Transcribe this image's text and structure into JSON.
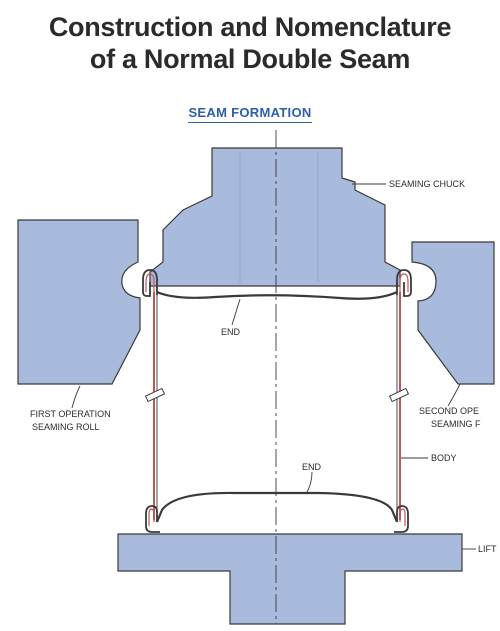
{
  "title": {
    "line1": "Construction and Nomenclature",
    "line2": "of a Normal Double Seam"
  },
  "subtitle": "SEAM FORMATION",
  "labels": {
    "seaming_chuck": "SEAMING CHUCK",
    "end_top": "END",
    "end_bottom": "END",
    "body": "BODY",
    "lift": "LIFT",
    "first_op_line1": "FIRST OPERATION",
    "first_op_line2": "SEAMING ROLL",
    "second_op_line1": "SECOND OPE",
    "second_op_line2": "SEAMING F"
  },
  "colors": {
    "steel": "#a9bbdc",
    "outline": "#3a3a3a",
    "body_wall": "#c2575a",
    "title": "#2b2b2b",
    "subtitle": "#2f5fa8"
  }
}
